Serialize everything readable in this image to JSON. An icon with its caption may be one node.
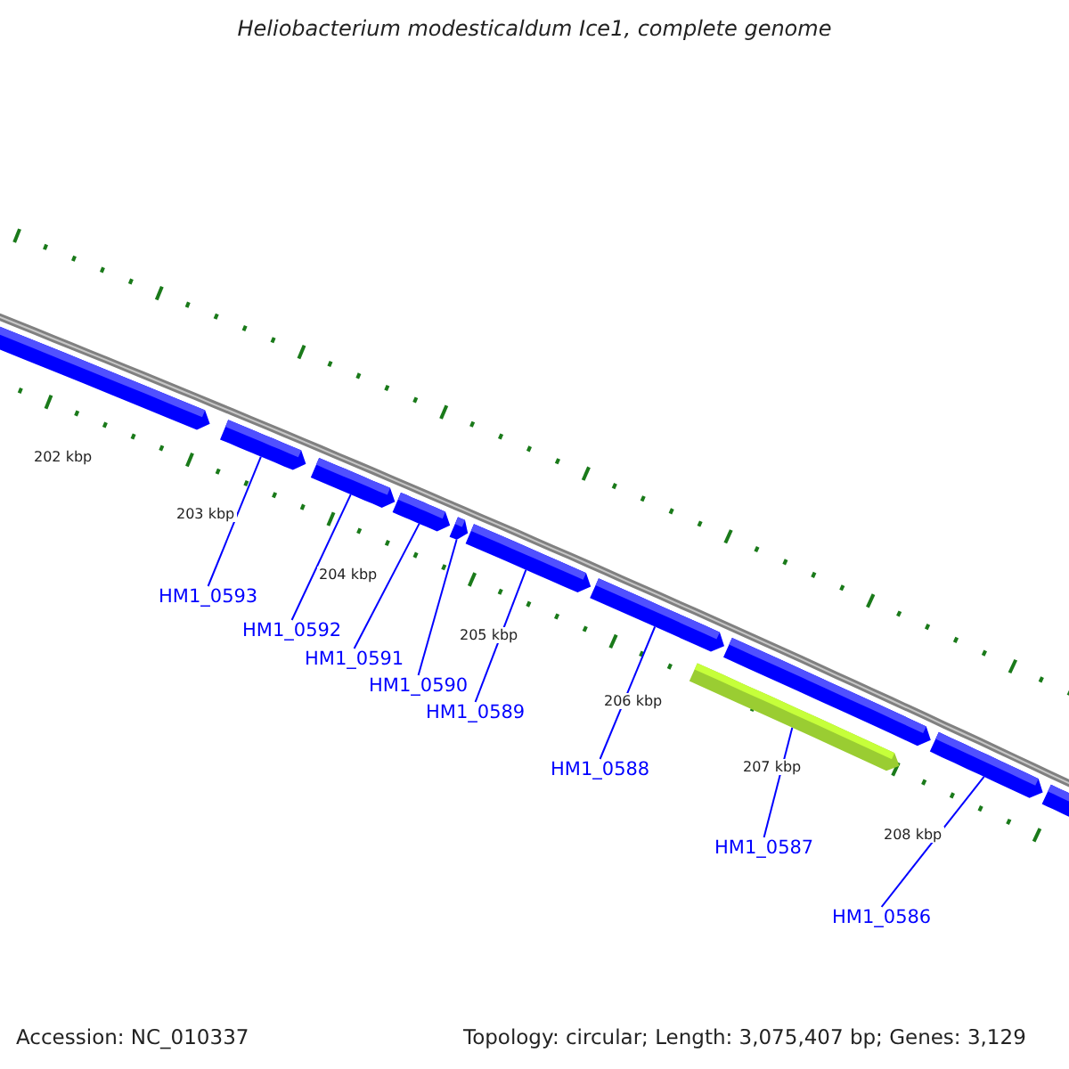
{
  "diagram": {
    "title": "Heliobacterium modesticaldum Ice1, complete genome",
    "nodes": [
      {
        "text": [],
        "shape": "bar"
      },
      {
        "text": [],
        "shape": "bar"
      },
      {
        "text": [],
        "shape": "bar"
      },
      {
        "text": [],
        "shape": "bar"
      },
      {
        "text": [],
        "shape": "bar"
      },
      {
        "text": [],
        "shape": "bar"
      },
      {
        "text": [],
        "shape": "bar"
      },
      {
        "text": [],
        "shape": "bar"
      },
      {
        "text": [],
        "shape": "bar"
      },
      {
        "text": [],
        "shape": "bar"
      },
      {
        "text": [],
        "shape": "bar"
      },
      {
        "text": [
          "HM1_0593"
        ]
      },
      {
        "text": [
          "HM1_0592"
        ]
      },
      {
        "text": [
          "HM1_0591"
        ]
      },
      {
        "text": [
          "HM1_0590"
        ]
      },
      {
        "text": [
          "HM1_0589"
        ]
      },
      {
        "text": [
          "HM1_0588"
        ]
      },
      {
        "text": [
          "HM1_0587"
        ]
      },
      {
        "text": [
          "HM1_0586"
        ]
      }
    ],
    "edges": [
      {
        "from": 11,
        "to": 1,
        "arrow": "none"
      },
      {
        "from": 12,
        "to": 2,
        "arrow": "none"
      },
      {
        "from": 13,
        "to": 3,
        "arrow": "none"
      },
      {
        "from": 14,
        "to": 4,
        "arrow": "none"
      },
      {
        "from": 15,
        "to": 5,
        "arrow": "none"
      },
      {
        "from": 16,
        "to": 6,
        "arrow": "none"
      },
      {
        "from": 17,
        "to": 7,
        "arrow": "none"
      },
      {
        "from": 18,
        "to": 9,
        "arrow": "none"
      }
    ],
    "labels": [
      "202 kbp",
      "203 kbp",
      "204 kbp",
      "205 kbp",
      "206 kbp",
      "207 kbp",
      "208 kbp",
      "Accession: NC_010337",
      "Topology: circular; Length: 3,075,407 bp; Genes: 3,129"
    ]
  }
}
